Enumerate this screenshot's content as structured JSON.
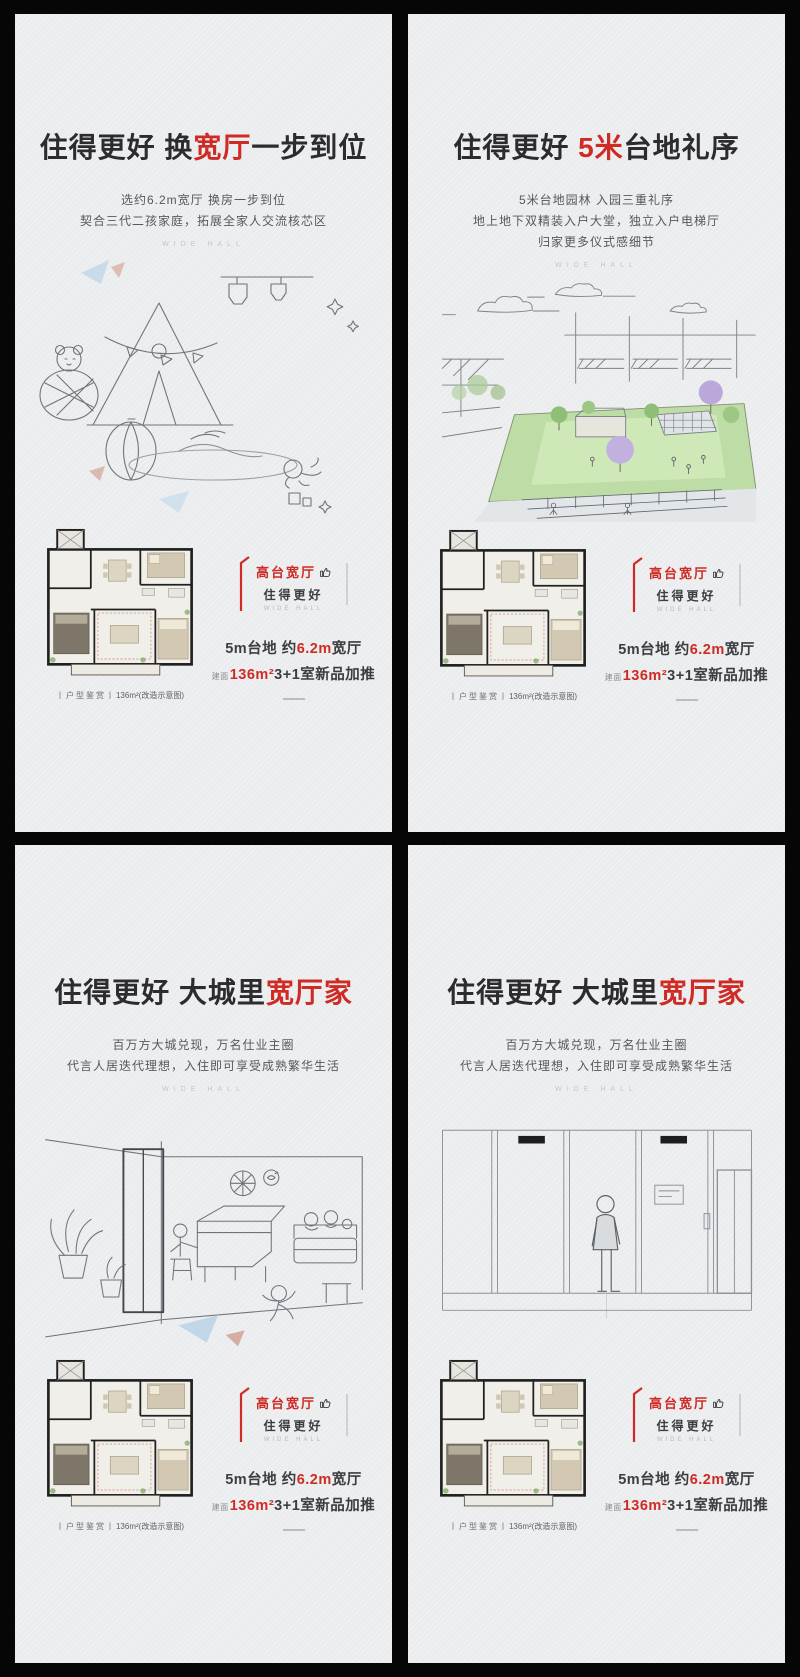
{
  "colors": {
    "accent_red": "#cf2b24",
    "ink": "#2c2c2e",
    "paper": "#eaecee",
    "frame": "#060606"
  },
  "posters": [
    {
      "headline": {
        "pre": "住得更好 换",
        "red": "宽厅",
        "post": "一步到位"
      },
      "sublines": [
        "选约6.2m宽厅 换房一步到位",
        "契合三代二孩家庭，拓展全家人交流核芯区"
      ],
      "watermark": "WIDE HALL",
      "illustration": "kids-room-sketch"
    },
    {
      "headline": {
        "pre": "住得更好 ",
        "red": "5米",
        "post": "台地礼序"
      },
      "sublines": [
        "5米台地园林 入园三重礼序",
        "地上地下双精装入户大堂，独立入户电梯厅",
        "归家更多仪式感细节"
      ],
      "watermark": "WIDE HALL",
      "illustration": "terrace-garden-sketch"
    },
    {
      "headline": {
        "pre": "住得更好 大城里",
        "red": "宽厅家",
        "post": ""
      },
      "sublines": [
        "百万方大城兑现，万名仕业主圈",
        "代言人居迭代理想，入住即可享受成熟繁华生活"
      ],
      "watermark": "WIDE HALL",
      "illustration": "family-livingroom-sketch"
    },
    {
      "headline": {
        "pre": "住得更好 大城里",
        "red": "宽厅家",
        "post": ""
      },
      "sublines": [
        "百万方大城兑现，万名仕业主圈",
        "代言人居迭代理想，入住即可享受成熟繁华生活"
      ],
      "watermark": "WIDE HALL",
      "illustration": "elevator-lobby-sketch"
    }
  ],
  "promo": {
    "brand_title": "高台宽厅",
    "brand_sub": "住得更好",
    "brand_en": "WIDE HALL",
    "thumb_icon": "thumbs-up-icon",
    "spec1_pre": "5m台地 约",
    "spec1_red": "6.2m",
    "spec1_post": "宽厅",
    "spec2_prefix": "建面",
    "spec2_red": "136m²",
    "spec2_post": "3+1室新品加推",
    "plan_caption_label": "丨户型鉴赏丨",
    "plan_caption_value": "136m²(改造示意图)"
  }
}
